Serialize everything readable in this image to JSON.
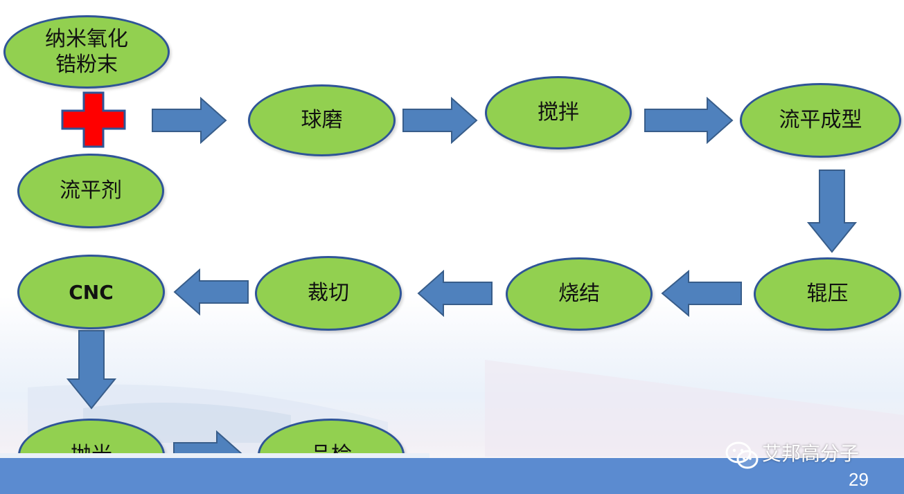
{
  "colors": {
    "node_fill": "#92d050",
    "node_border": "#2f5597",
    "arrow_fill": "#4f81bd",
    "arrow_border": "#385d8a",
    "plus": "#ff0000",
    "footer": "#5b8bd0"
  },
  "nodes": {
    "powder": "纳米氧化锆粉末",
    "powder_line1": "纳米氧化",
    "powder_line2": "锆粉末",
    "leveler": "流平剂",
    "ball_mill": "球磨",
    "stirring": "搅拌",
    "tape_casting": "流平成型",
    "rolling": "辊压",
    "sintering": "烧结",
    "cutting": "裁切",
    "cnc": "CNC",
    "polishing": "抛光",
    "inspection": "品检"
  },
  "footer": {
    "brand": "艾邦高分子",
    "page_number": "29",
    "icon": "wechat-icon"
  }
}
